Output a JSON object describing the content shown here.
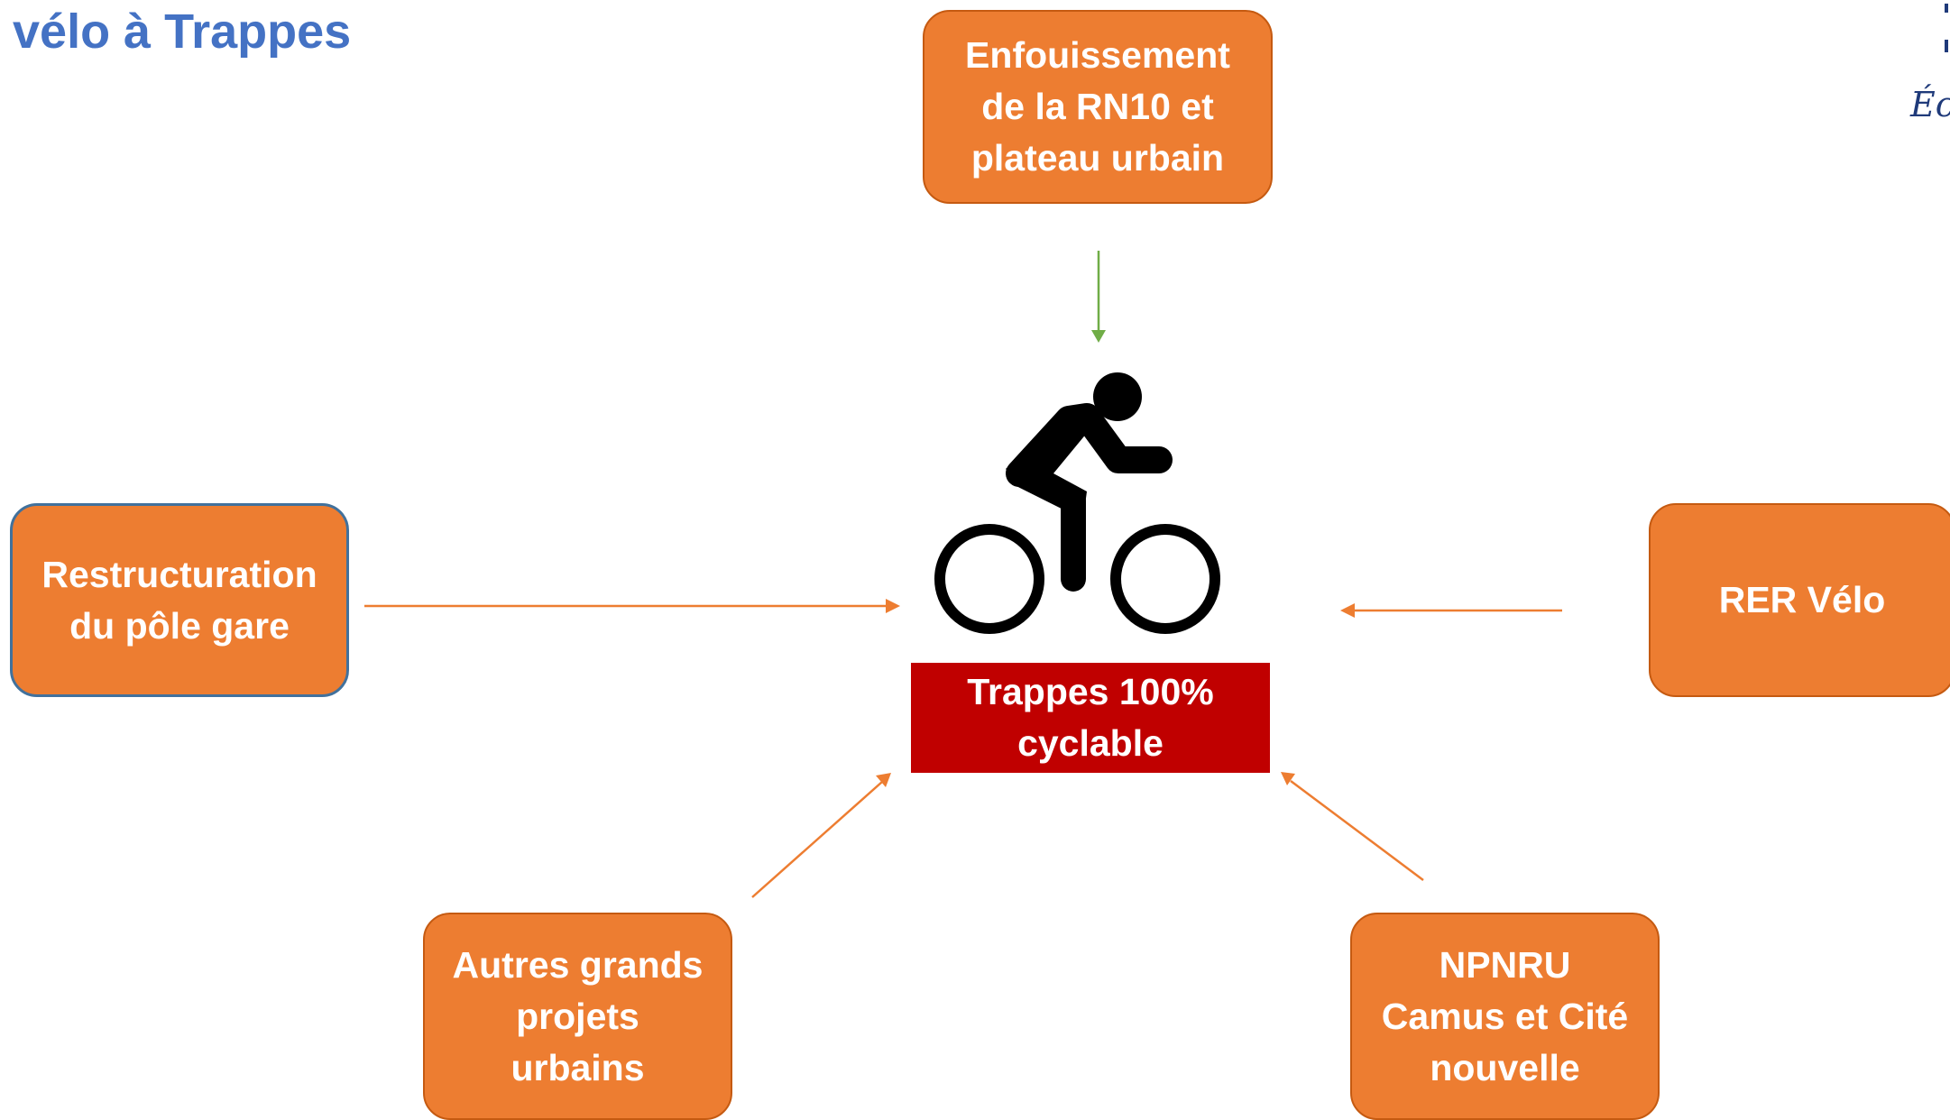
{
  "title": "vélo à Trappes",
  "center": {
    "label": "Trappes 100%\ncyclable",
    "icon": "cyclist-icon"
  },
  "boxes": {
    "top": "Enfouissement\nde la RN10 et\nplateau urbain",
    "left": "Restructuration\ndu pôle gare",
    "right": "RER Vélo",
    "bottom_left": "Autres grands\nprojets\nurbains",
    "bottom_right": "NPNRU\nCamus et Cité\nnouvelle"
  },
  "logo": {
    "fragment_text": "Éc"
  },
  "colors": {
    "title": "#4472C4",
    "box_fill": "#ED7D31",
    "center_fill": "#C00000",
    "arrow_orange": "#ED7D31",
    "arrow_green": "#70AD47"
  }
}
